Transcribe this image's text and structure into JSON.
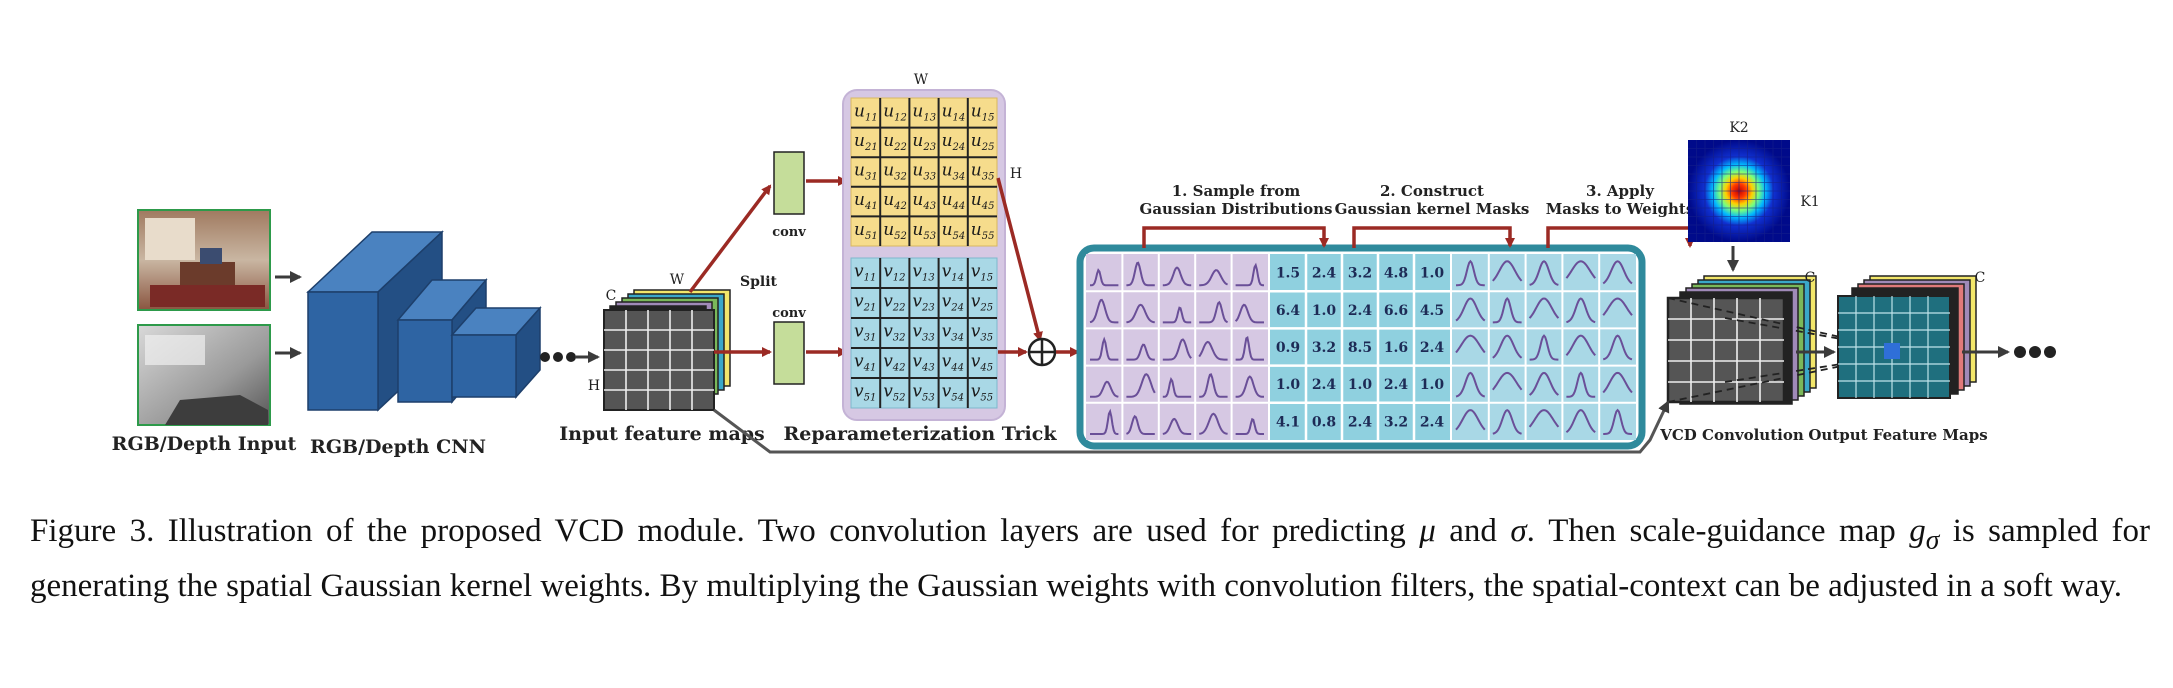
{
  "labels": {
    "rgb_depth_input": "RGB/Depth Input",
    "rgb_depth_cnn": "RGB/Depth CNN",
    "input_feature_maps": "Input  feature maps",
    "reparam_trick": "Reparameterization Trick",
    "vcd_convolution": "VCD Convolution",
    "output_feature_maps": "Output  Feature Maps",
    "split": "Split",
    "conv_top": "conv",
    "conv_bottom": "conv",
    "dim_W": "W",
    "dim_H": "H",
    "dim_C": "C",
    "dim_W_top": "W",
    "dim_H_side": "H",
    "dim_C_vcd": "C",
    "dim_C_out": "C",
    "k2": "K2",
    "k1": "K1"
  },
  "steps": {
    "step1_line1": "1. Sample from",
    "step1_line2": "Gaussian Distributions",
    "step2_line1": "2. Construct",
    "step2_line2": "Gaussian kernel Masks",
    "step3_line1": "3. Apply",
    "step3_line2": "Masks to Weights"
  },
  "u_matrix": [
    [
      "u11",
      "u12",
      "u13",
      "u14",
      "u15"
    ],
    [
      "u21",
      "u22",
      "u23",
      "u24",
      "u25"
    ],
    [
      "u31",
      "u32",
      "u33",
      "u34",
      "u35"
    ],
    [
      "u41",
      "u42",
      "u43",
      "u44",
      "u45"
    ],
    [
      "u51",
      "u52",
      "u53",
      "u54",
      "u55"
    ]
  ],
  "v_matrix": [
    [
      "v11",
      "v12",
      "v13",
      "v14",
      "v15"
    ],
    [
      "v21",
      "v22",
      "v23",
      "v24",
      "v25"
    ],
    [
      "v31",
      "v32",
      "v33",
      "v34",
      "v35"
    ],
    [
      "v41",
      "v42",
      "v43",
      "v44",
      "v45"
    ],
    [
      "v51",
      "v52",
      "v53",
      "v54",
      "v55"
    ]
  ],
  "scale_grid": [
    [
      "1.5",
      "2.4",
      "3.2",
      "4.8",
      "1.0"
    ],
    [
      "6.4",
      "1.0",
      "2.4",
      "6.6",
      "4.5"
    ],
    [
      "0.9",
      "3.2",
      "8.5",
      "1.6",
      "2.4"
    ],
    [
      "1.0",
      "2.4",
      "1.0",
      "2.4",
      "1.0"
    ],
    [
      "4.1",
      "0.8",
      "2.4",
      "3.2",
      "2.4"
    ]
  ],
  "caption": {
    "prefix": "Figure 3. Illustration of the proposed VCD module. Two convolution layers are used for predicting ",
    "mu": "μ",
    "and": " and ",
    "sigma": "σ",
    "mid": ". Then scale-guidance map ",
    "g": "g",
    "g_sub": "σ",
    "rest": " is sampled for generating the spatial Gaussian kernel weights. By multiplying the Gaussian weights with convolution filters, the spatial-context can be adjusted in a soft way."
  },
  "colors": {
    "cnn_blue": "#2e64a3",
    "arrow_red": "#9b2a24",
    "panel_teal": "#2f8a9c",
    "u_yellow": "#f6dc8c",
    "v_blue": "#a9d8e6",
    "lavender": "#d6c8e3",
    "conv_green": "#c5dd9a",
    "grid_dark": "#4a4a4a"
  }
}
